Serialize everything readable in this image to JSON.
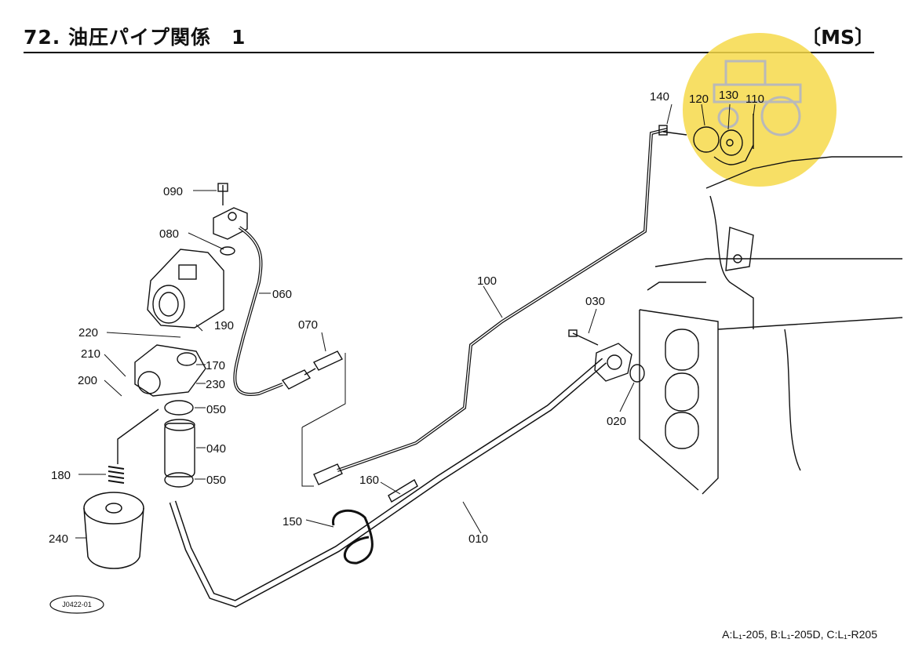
{
  "header": {
    "title": "72. 油圧パイプ関係　1",
    "model": "〔MS〕"
  },
  "diagram_code": "J0422-01",
  "footer_note": "A:L₁-205, B:L₁-205D, C:L₁-R205",
  "parts": {
    "p010": "010",
    "p020": "020",
    "p030": "030",
    "p040": "040",
    "p050a": "050",
    "p050b": "050",
    "p060": "060",
    "p070": "070",
    "p080": "080",
    "p090": "090",
    "p100": "100",
    "p110": "110",
    "p120": "120",
    "p130": "130",
    "p140": "140",
    "p150": "150",
    "p160": "160",
    "p170": "170",
    "p180": "180",
    "p190": "190",
    "p200": "200",
    "p210": "210",
    "p220": "220",
    "p230": "230",
    "p240": "240"
  },
  "colors": {
    "watermark": "#f6d94a",
    "line": "#111111"
  }
}
